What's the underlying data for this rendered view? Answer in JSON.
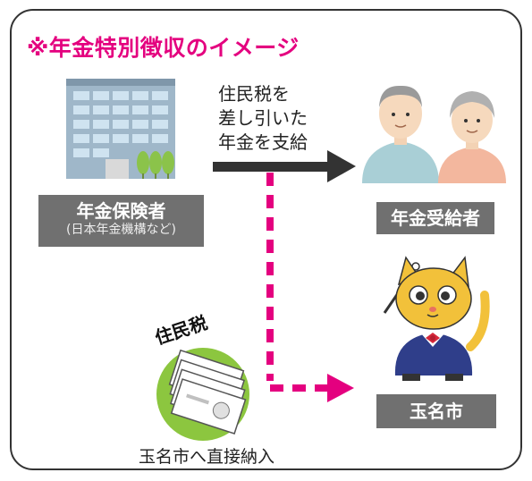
{
  "title": "※年金特別徴収のイメージ",
  "flow_label": [
    "住民税を",
    "差し引いた",
    "年金を支給"
  ],
  "payer": {
    "name": "年金保険者",
    "note": "(日本年金機構など)"
  },
  "recipient": {
    "name": "年金受給者"
  },
  "city": {
    "name": "玉名市"
  },
  "tax": {
    "label": "住民税"
  },
  "caption": "玉名市へ直接納入",
  "colors": {
    "accent": "#e4007f",
    "label_bg": "#707070",
    "arrow": "#333333",
    "money_circle": "#8cc63f"
  },
  "icons": [
    "office-building-icon",
    "elderly-couple-icon",
    "cat-mascot-icon",
    "banknotes-icon"
  ]
}
